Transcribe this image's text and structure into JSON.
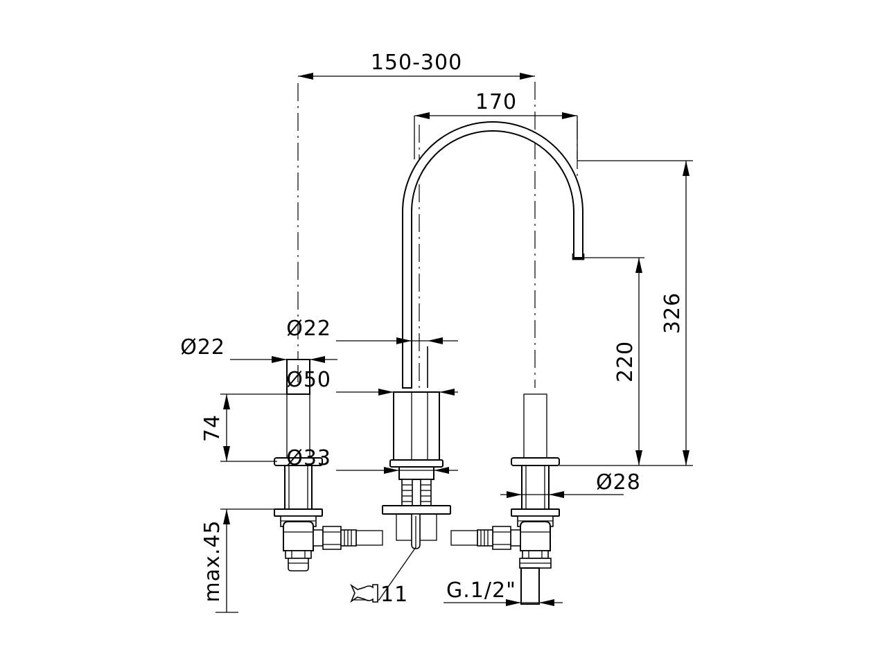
{
  "drawing": {
    "title": "Faucet technical dimension drawing",
    "units": "mm",
    "line_color": "#000000",
    "background_color": "#ffffff"
  },
  "dimensions": {
    "spread_range": "150-300",
    "spout_reach": "170",
    "spout_tube_diameter": "Ø22",
    "spout_base_diameter": "Ø50",
    "spout_base_collar_diameter": "Ø33",
    "handle_stem_diameter": "Ø22",
    "handle_shank_diameter": "Ø28",
    "handle_height": "74",
    "deck_thickness": "max.45",
    "spout_outlet_height": "220",
    "overall_height": "326",
    "wrench_size": "11",
    "thread_size": "G.1/2\""
  },
  "labels": {
    "spread": "150-300",
    "reach": "170",
    "dia22_spout": "Ø22",
    "dia50": "Ø50",
    "dia33": "Ø33",
    "dia22_handle": "Ø22",
    "dia28": "Ø28",
    "h74": "74",
    "max45": "max.45",
    "h220": "220",
    "h326": "326",
    "wrench": "11",
    "thread": "G.1/2\""
  },
  "icons": {
    "wrench": "open-end-wrench",
    "diameter_symbol": "Ø"
  }
}
